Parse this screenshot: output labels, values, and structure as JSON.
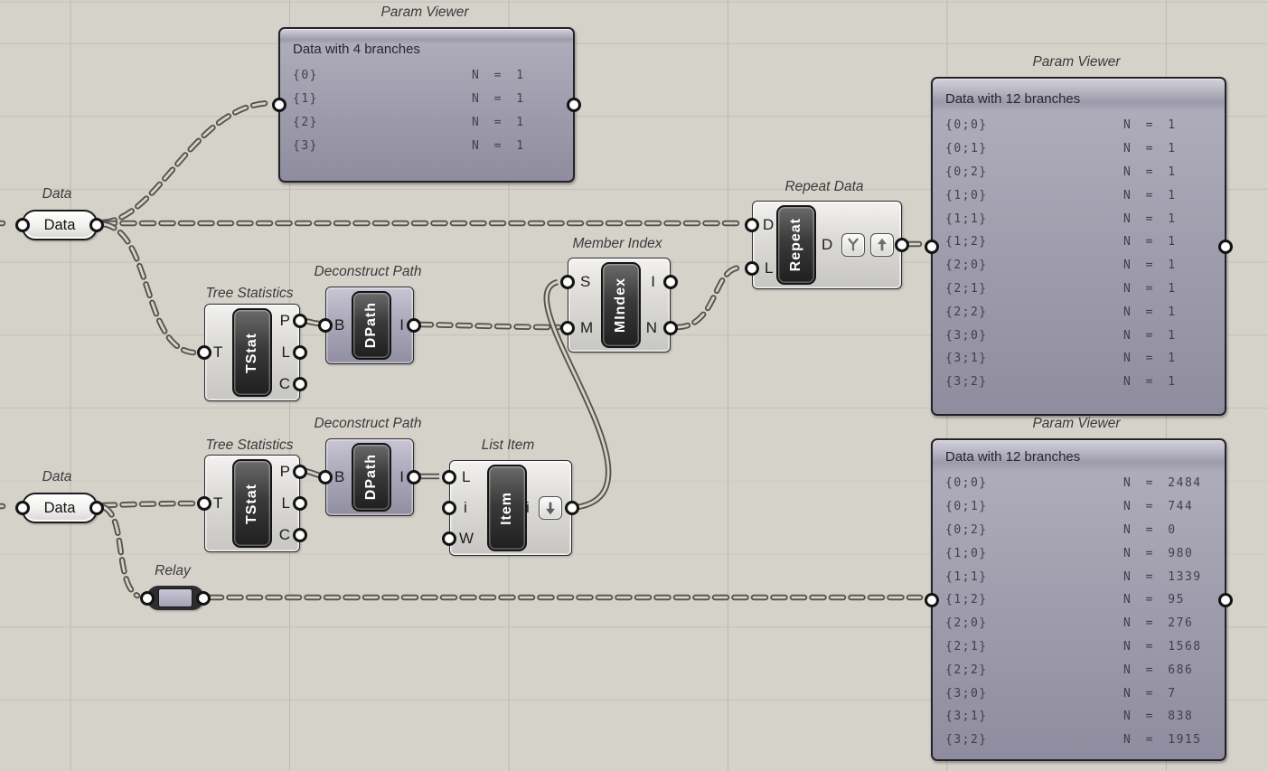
{
  "app": "Grasshopper canvas",
  "colors": {
    "canvas_bg": "#d5d2ca",
    "grid_line": "#bdbab2",
    "wire": "#55524c",
    "component_light": "#dddcd9",
    "component_hidden_lavender": "#aba9ba",
    "capsule_dark": "#3a3a3a",
    "panel_body": "#aeacba",
    "text_dark": "#2b2b31"
  },
  "icons": {
    "repeat_output": [
      "simplify-icon",
      "graft-icon"
    ],
    "list_item_output": [
      "flatten-down-arrow-icon"
    ]
  },
  "components": {
    "param_viewer_top_left": {
      "label": "Param Viewer",
      "title": "Data with 4 branches",
      "rows": [
        {
          "branch": "{0}",
          "count": "N = 1"
        },
        {
          "branch": "{1}",
          "count": "N = 1"
        },
        {
          "branch": "{2}",
          "count": "N = 1"
        },
        {
          "branch": "{3}",
          "count": "N = 1"
        }
      ]
    },
    "param_viewer_top_right": {
      "label": "Param Viewer",
      "title": "Data with 12 branches",
      "rows": [
        {
          "branch": "{0;0}",
          "count": "N = 1"
        },
        {
          "branch": "{0;1}",
          "count": "N = 1"
        },
        {
          "branch": "{0;2}",
          "count": "N = 1"
        },
        {
          "branch": "{1;0}",
          "count": "N = 1"
        },
        {
          "branch": "{1;1}",
          "count": "N = 1"
        },
        {
          "branch": "{1;2}",
          "count": "N = 1"
        },
        {
          "branch": "{2;0}",
          "count": "N = 1"
        },
        {
          "branch": "{2;1}",
          "count": "N = 1"
        },
        {
          "branch": "{2;2}",
          "count": "N = 1"
        },
        {
          "branch": "{3;0}",
          "count": "N = 1"
        },
        {
          "branch": "{3;1}",
          "count": "N = 1"
        },
        {
          "branch": "{3;2}",
          "count": "N = 1"
        }
      ]
    },
    "param_viewer_bottom_right": {
      "label": "Param Viewer",
      "title": "Data with 12 branches",
      "rows": [
        {
          "branch": "{0;0}",
          "count": "N = 2484"
        },
        {
          "branch": "{0;1}",
          "count": "N = 744"
        },
        {
          "branch": "{0;2}",
          "count": "N = 0"
        },
        {
          "branch": "{1;0}",
          "count": "N = 980"
        },
        {
          "branch": "{1;1}",
          "count": "N = 1339"
        },
        {
          "branch": "{1;2}",
          "count": "N = 95"
        },
        {
          "branch": "{2;0}",
          "count": "N = 276"
        },
        {
          "branch": "{2;1}",
          "count": "N = 1568"
        },
        {
          "branch": "{2;2}",
          "count": "N = 686"
        },
        {
          "branch": "{3;0}",
          "count": "N = 7"
        },
        {
          "branch": "{3;1}",
          "count": "N = 838"
        },
        {
          "branch": "{3;2}",
          "count": "N = 1915"
        }
      ]
    },
    "data_top": {
      "label": "Data",
      "value": "Data"
    },
    "data_bottom": {
      "label": "Data",
      "value": "Data"
    },
    "tree_statistics_top": {
      "label": "Tree Statistics",
      "abbreviation": "TStat",
      "inputs": [
        "T"
      ],
      "outputs": [
        "P",
        "L",
        "C"
      ]
    },
    "tree_statistics_bottom": {
      "label": "Tree Statistics",
      "abbreviation": "TStat",
      "inputs": [
        "T"
      ],
      "outputs": [
        "P",
        "L",
        "C"
      ]
    },
    "deconstruct_path_top": {
      "label": "Deconstruct Path",
      "abbreviation": "DPath",
      "inputs": [
        "B"
      ],
      "outputs": [
        "I"
      ]
    },
    "deconstruct_path_bottom": {
      "label": "Deconstruct Path",
      "abbreviation": "DPath",
      "inputs": [
        "B"
      ],
      "outputs": [
        "I"
      ]
    },
    "member_index": {
      "label": "Member Index",
      "abbreviation": "MIndex",
      "inputs": [
        "S",
        "M"
      ],
      "outputs": [
        "I",
        "N"
      ]
    },
    "repeat_data": {
      "label": "Repeat Data",
      "abbreviation": "Repeat",
      "inputs": [
        "D",
        "L"
      ],
      "outputs": [
        "D"
      ]
    },
    "list_item": {
      "label": "List Item",
      "abbreviation": "Item",
      "inputs": [
        "L",
        "i",
        "W"
      ],
      "outputs": [
        "i"
      ]
    },
    "relay": {
      "label": "Relay"
    }
  }
}
